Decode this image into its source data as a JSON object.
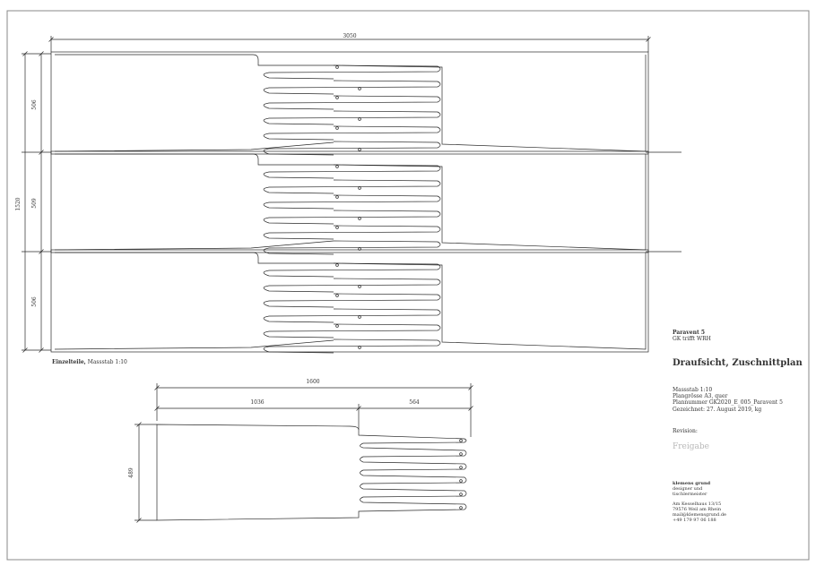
{
  "dimensions": {
    "overall_width": "3050",
    "overall_height": "1520",
    "panel1_height": "506",
    "panel2_height": "509",
    "panel3_height": "506",
    "detail_width": "1600",
    "detail_left": "1036",
    "detail_right": "564",
    "detail_height": "489"
  },
  "caption": {
    "title": "Einzelteile,",
    "scale": "Massstab 1:10"
  },
  "titleblock": {
    "project": "Paravent 5",
    "subtitle": "GK trifft WRH",
    "drawing_title": "Draufsicht, Zuschnittplan",
    "scale": "Massstab 1:10",
    "paper": "Plangrösse A3, quer",
    "plan_number": "Plannummer  GK2020_E_005_Paravent 5",
    "drawn": "Gezeichnet: 27. August 2019, kg",
    "revision": "Revision:",
    "status": "Freigabe",
    "company": "klemens grund",
    "company_line1": "designer und",
    "company_line2": "tischlermeister",
    "address1": "Am Kesselhaus 13/15",
    "address2": "79576 Weil am Rhein",
    "email": "mail@klemensgrund.de",
    "phone": "+49 179 97 06 188"
  },
  "colors": {
    "line": "#2a2a2a",
    "border": "#888888",
    "status": "#b8b8b8"
  }
}
